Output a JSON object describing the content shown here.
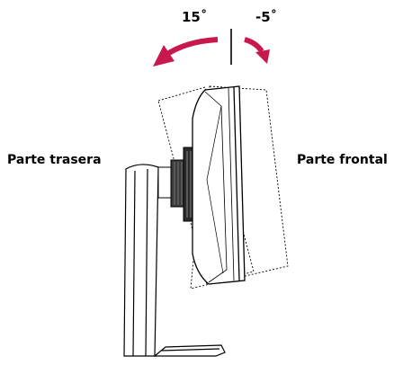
{
  "tilt": {
    "back_angle_label": "15˚",
    "front_angle_label": "-5˚",
    "rear_label": "Parte trasera",
    "front_label": "Parte frontal",
    "arrow_color": "#c8194f",
    "line_color": "#000000"
  }
}
